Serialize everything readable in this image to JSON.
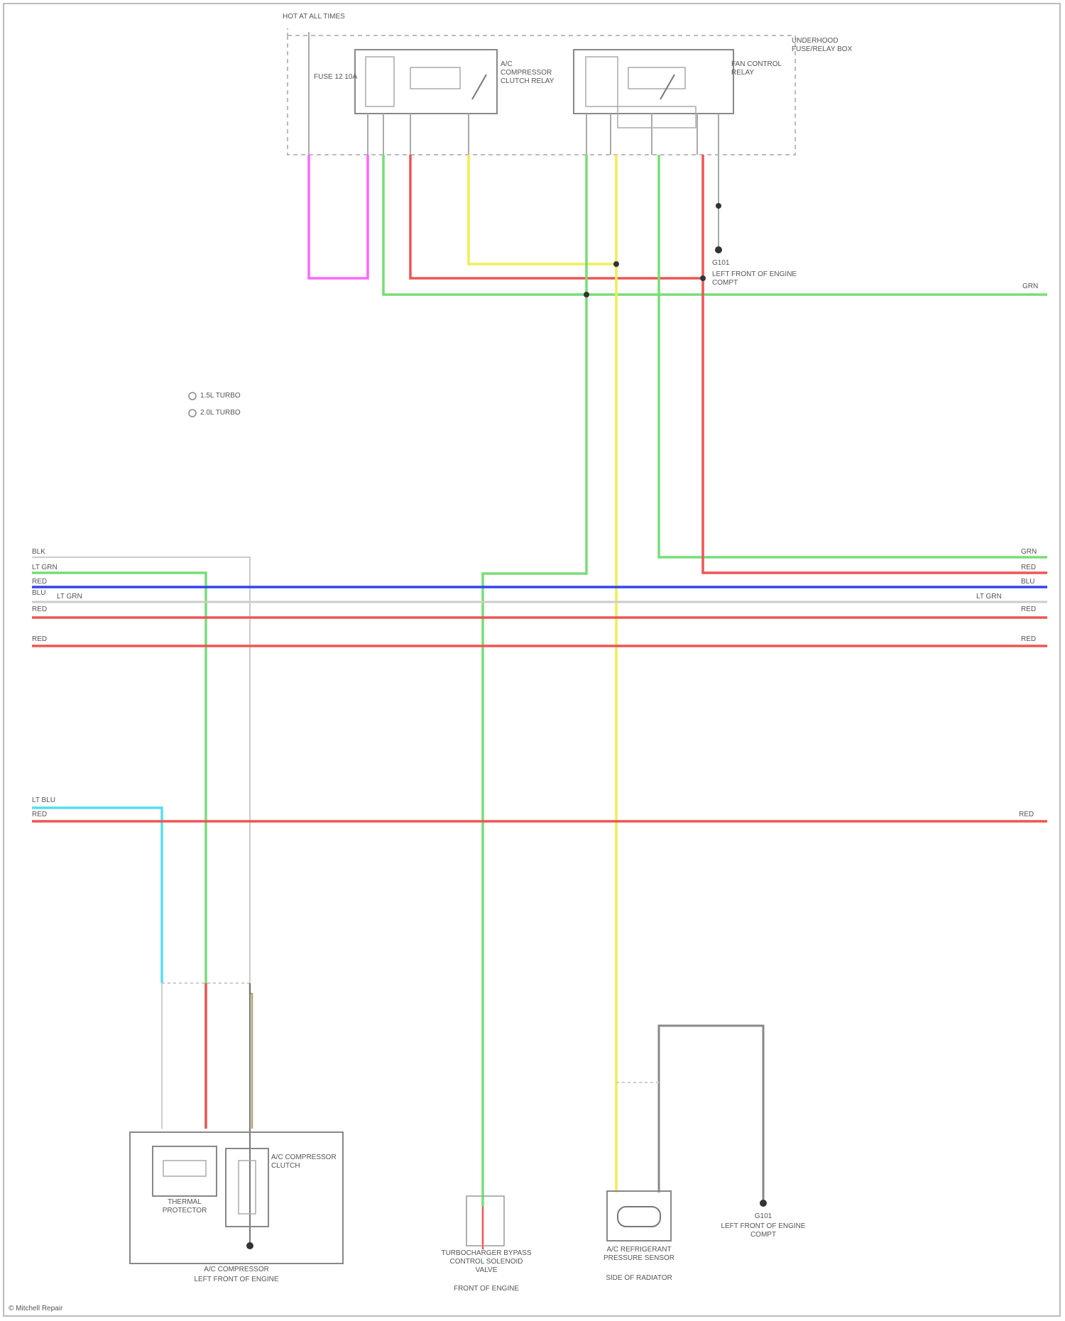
{
  "diagram": {
    "fuse_header": "HOT AT ALL TIMES",
    "fuse_label": "FUSE 12 10A",
    "relay_box_label": "UNDERHOOD FUSE/RELAY BOX",
    "relay1_label": "A/C COMPRESSOR CLUTCH RELAY",
    "relay2_label": "FAN CONTROL RELAY",
    "ground_top": "G101",
    "ground_top_desc": "LEFT FRONT OF ENGINE COMPT",
    "legend_1": "1.5L TURBO",
    "legend_2": "2.0L TURBO",
    "wire_colors": {
      "pink": "#ff66ff",
      "green": "#77dd77",
      "red": "#ee5555",
      "yellow": "#eeee55",
      "blue": "#3344ee",
      "cyan": "#55ddee",
      "grey": "#888888",
      "light": "#cccccc"
    },
    "bus_left_labels": [
      "BLK",
      "LT GRN",
      "RED",
      "BLU",
      "LT GRN",
      "RED",
      "RED"
    ],
    "bus_right_labels": [
      "GRN",
      "RED",
      "BLU",
      "LT GRN",
      "RED",
      "RED"
    ],
    "lower_left_labels": [
      "LT BLU",
      "RED"
    ],
    "lower_right_label": "RED",
    "top_right_label": "GRN",
    "comp_clutch": "A/C COMPRESSOR CLUTCH",
    "comp_thermal": "THERMAL PROTECTOR",
    "comp_assy": "A/C COMPRESSOR",
    "comp_location": "LEFT FRONT OF ENGINE",
    "valve_label": "TURBOCHARGER BYPASS CONTROL SOLENOID VALVE",
    "valve_location": "FRONT OF ENGINE",
    "pressure_label": "A/C REFRIGERANT PRESSURE SENSOR",
    "pressure_location": "SIDE OF RADIATOR",
    "ground_bottom": "G101",
    "ground_bottom_desc": "LEFT FRONT OF ENGINE COMPT",
    "footer": "© Mitchell Repair"
  }
}
